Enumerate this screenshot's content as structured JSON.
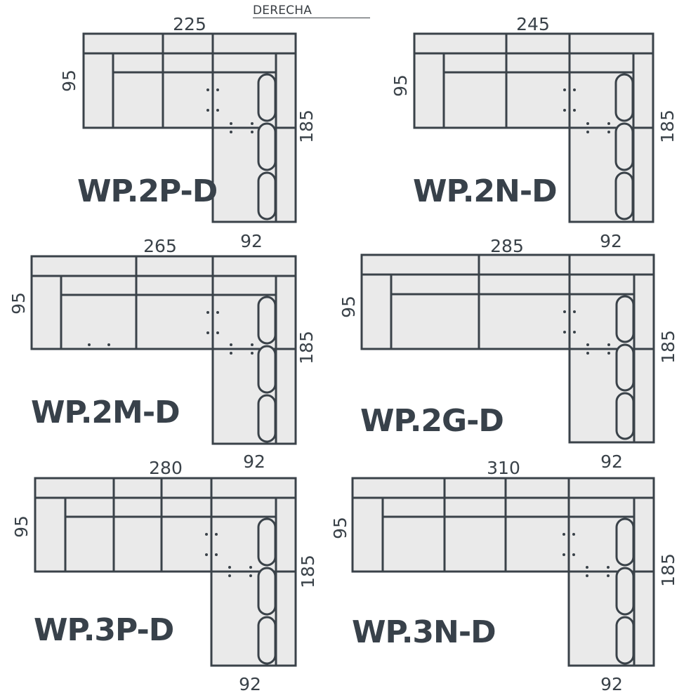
{
  "header": {
    "side_label": "DERECHA"
  },
  "colors": {
    "stroke": "#3a4249",
    "fill": "#eaeaea",
    "text": "#3a4249",
    "model": "#38414a"
  },
  "diagrams": [
    {
      "model": "WP.2P-D",
      "width": "225",
      "depth": "95",
      "chaise_length": "185",
      "chaise_width": "92"
    },
    {
      "model": "WP.2N-D",
      "width": "245",
      "depth": "95",
      "chaise_length": "185",
      "chaise_width": "92"
    },
    {
      "model": "WP.2M-D",
      "width": "265",
      "depth": "95",
      "chaise_length": "185",
      "chaise_width": "92"
    },
    {
      "model": "WP.2G-D",
      "width": "285",
      "depth": "95",
      "chaise_length": "185",
      "chaise_width": "92"
    },
    {
      "model": "WP.3P-D",
      "width": "280",
      "depth": "95",
      "chaise_length": "185",
      "chaise_width": "92"
    },
    {
      "model": "WP.3N-D",
      "width": "310",
      "depth": "95",
      "chaise_length": "185",
      "chaise_width": "92"
    }
  ]
}
